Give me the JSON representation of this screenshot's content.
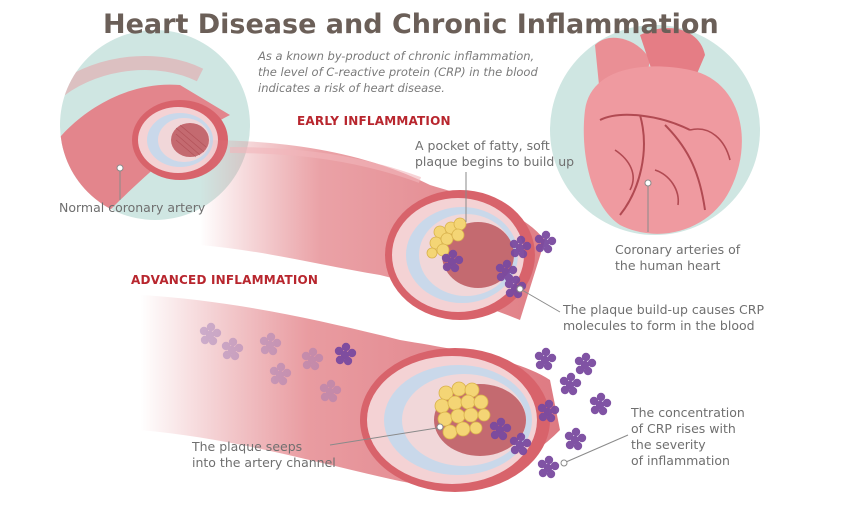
{
  "title": "Heart Disease and Chronic Inflammation",
  "intro": [
    "As a known by-product of chronic inflammation,",
    "the level of C-reactive protein (CRP) in the blood",
    "indicates a risk of heart disease."
  ],
  "sections": {
    "early": "EARLY INFLAMMATION",
    "advanced": "ADVANCED INFLAMMATION"
  },
  "callouts": {
    "normal_artery": [
      "Normal coronary artery"
    ],
    "plaque_pocket": [
      "A pocket of fatty, soft",
      "plaque begins to build up"
    ],
    "coronary_arteries": [
      "Coronary arteries of",
      "the human heart"
    ],
    "crp_form": [
      "The plaque build-up causes CRP",
      "molecules to form in the blood"
    ],
    "plaque_seeps": [
      "The plaque seeps",
      "into the artery channel"
    ],
    "crp_rises": [
      "The concentration",
      "of CRP rises with",
      "the severity",
      "of inflammation"
    ]
  },
  "colors": {
    "artery": "#e07f86",
    "artery_dark": "#c9565f",
    "inner_wall": "#f2c4c8",
    "lumen_ring": "#c9d8ea",
    "plaque": "#f4d575",
    "crp": "#7a4aa0",
    "circle_bg": "#cfe6e2",
    "heading_red": "#b8262e"
  }
}
